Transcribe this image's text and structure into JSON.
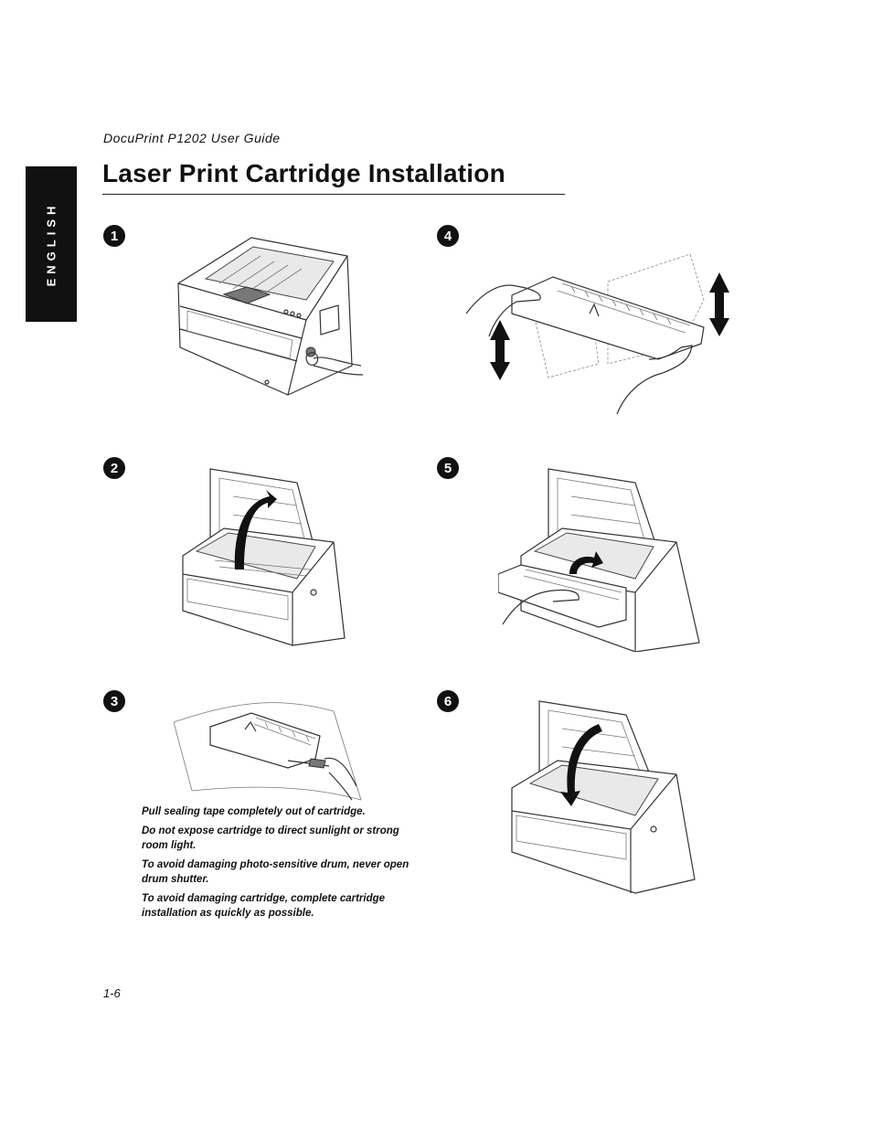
{
  "side_tab": {
    "label": "ENGLISH"
  },
  "header": {
    "guide_title": "DocuPrint P1202 User Guide"
  },
  "page_title": "Laser Print Cartridge Installation",
  "steps": [
    {
      "number": "1"
    },
    {
      "number": "2"
    },
    {
      "number": "3"
    },
    {
      "number": "4"
    },
    {
      "number": "5"
    },
    {
      "number": "6"
    }
  ],
  "notes": [
    "Pull sealing tape completely out of cartridge.",
    "Do not expose cartridge to direct sunlight or strong room light.",
    "To avoid damaging photo-sensitive drum, never open drum shutter.",
    "To avoid damaging cartridge, complete cartridge installation as quickly as possible."
  ],
  "footer": {
    "page_number": "1-6"
  }
}
